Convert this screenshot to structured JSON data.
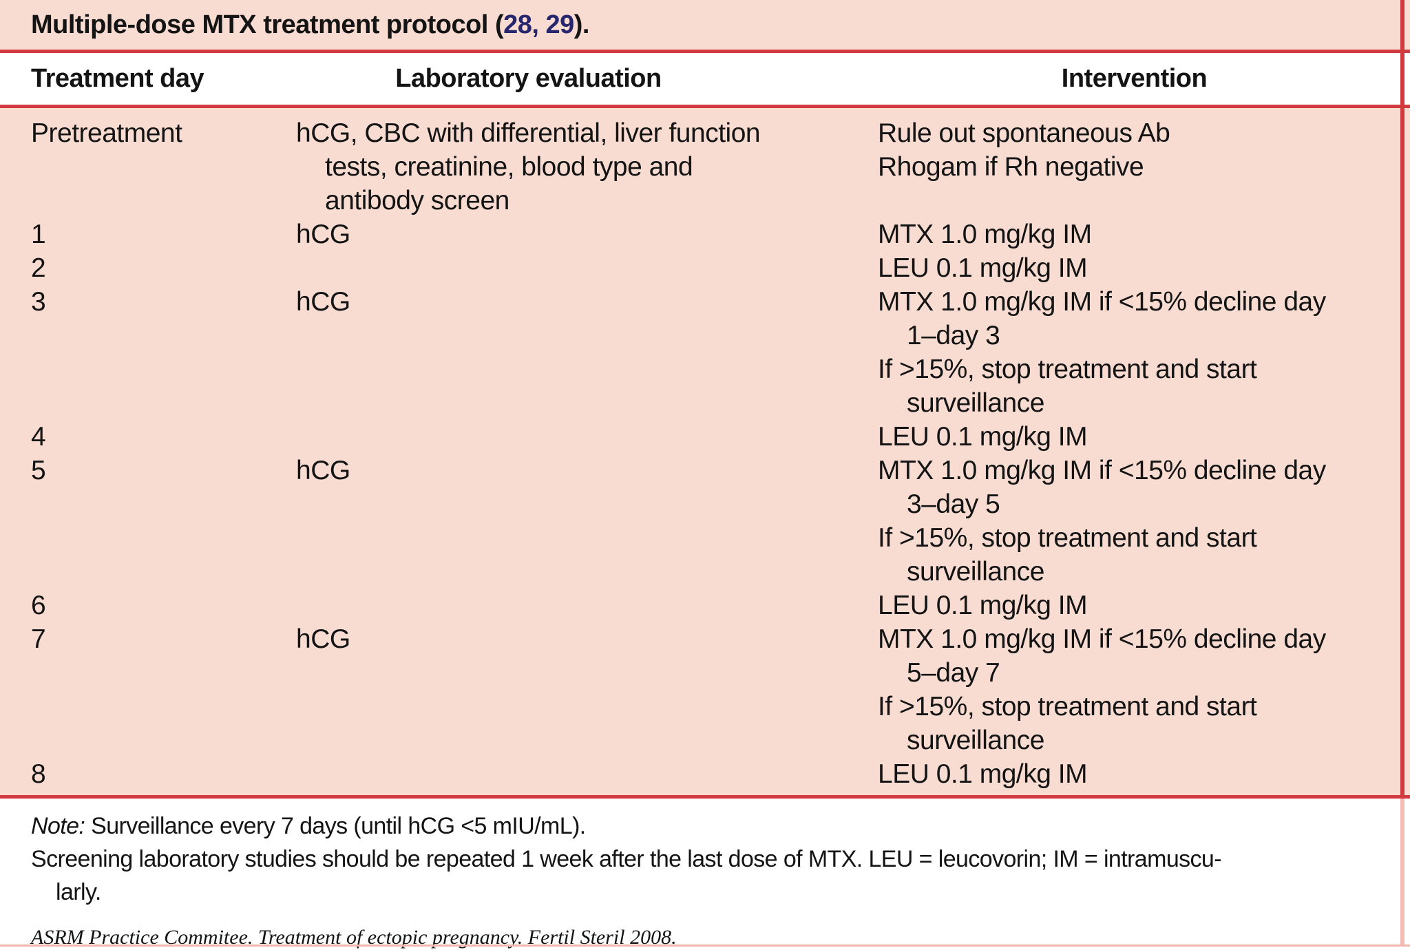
{
  "title": {
    "text_before": "Multiple-dose MTX treatment protocol (",
    "citation_refs": "28, 29",
    "text_after": ")."
  },
  "table": {
    "headers": {
      "day": "Treatment day",
      "lab": "Laboratory evaluation",
      "intervention": "Intervention"
    },
    "rows": [
      {
        "day": "Pretreatment",
        "lab": [
          "hCG, CBC with differential, liver function",
          "tests, creatinine, blood type and",
          "antibody screen"
        ],
        "intervention": [
          "Rule out spontaneous Ab",
          "Rhogam if Rh negative"
        ]
      },
      {
        "day": "1",
        "lab": [
          "hCG"
        ],
        "intervention": [
          "MTX 1.0 mg/kg IM"
        ]
      },
      {
        "day": "2",
        "lab": [],
        "intervention": [
          "LEU 0.1 mg/kg IM"
        ]
      },
      {
        "day": "3",
        "lab": [
          "hCG"
        ],
        "intervention": [
          "MTX 1.0 mg/kg IM if <15% decline day",
          "1–day 3",
          "If >15%, stop treatment and start",
          "surveillance"
        ]
      },
      {
        "day": "4",
        "lab": [],
        "intervention": [
          "LEU 0.1 mg/kg IM"
        ]
      },
      {
        "day": "5",
        "lab": [
          "hCG"
        ],
        "intervention": [
          "MTX 1.0 mg/kg IM if <15% decline day",
          "3–day 5",
          "If >15%, stop treatment and start",
          "surveillance"
        ]
      },
      {
        "day": "6",
        "lab": [],
        "intervention": [
          "LEU 0.1 mg/kg IM"
        ]
      },
      {
        "day": "7",
        "lab": [
          "hCG"
        ],
        "intervention": [
          "MTX 1.0 mg/kg IM if <15% decline day",
          "5–day 7",
          "If >15%, stop treatment and start",
          "surveillance"
        ]
      },
      {
        "day": "8",
        "lab": [],
        "intervention": [
          "LEU 0.1 mg/kg IM"
        ]
      }
    ]
  },
  "notes": {
    "note_label": "Note:",
    "note_text": " Surveillance every 7 days (until hCG <5 mIU/mL).",
    "line2": "Screening laboratory studies should be repeated 1 week after the last dose of MTX. LEU = leucovorin; IM = intramuscu-",
    "line2_cont": "larly."
  },
  "source": "ASRM Practice Commitee. Treatment of ectopic pregnancy. Fertil Steril 2008.",
  "colors": {
    "band_pink": "#f8dcd2",
    "rule_red": "#d13b40",
    "citation_navy": "#26266e",
    "bottom_pink": "#f3b6ae"
  }
}
